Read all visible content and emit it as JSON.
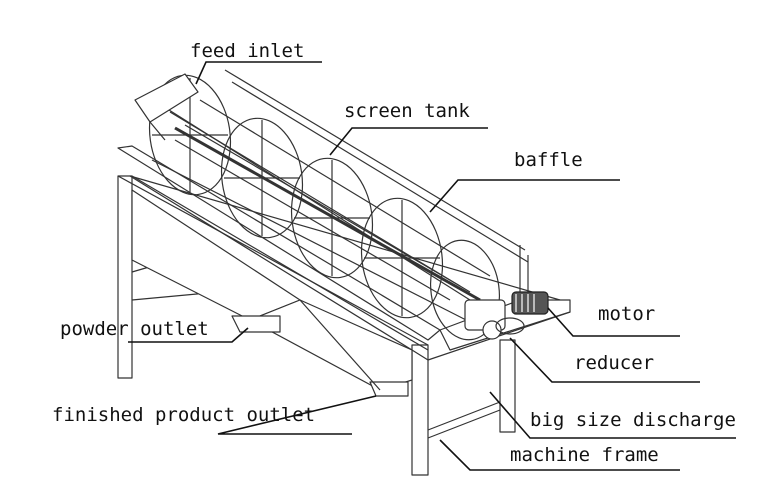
{
  "labels": {
    "feed_inlet": "feed inlet",
    "screen_tank": "screen tank",
    "baffle": "baffle",
    "motor": "motor",
    "powder_outlet": "powder outlet",
    "reducer": "reducer",
    "finished_product_outlet": "finished product outlet",
    "big_size_discharge": "big size discharge",
    "machine_frame": "machine frame"
  },
  "colors": {
    "ink": "#111111",
    "line": "#333333",
    "background": "#ffffff"
  }
}
